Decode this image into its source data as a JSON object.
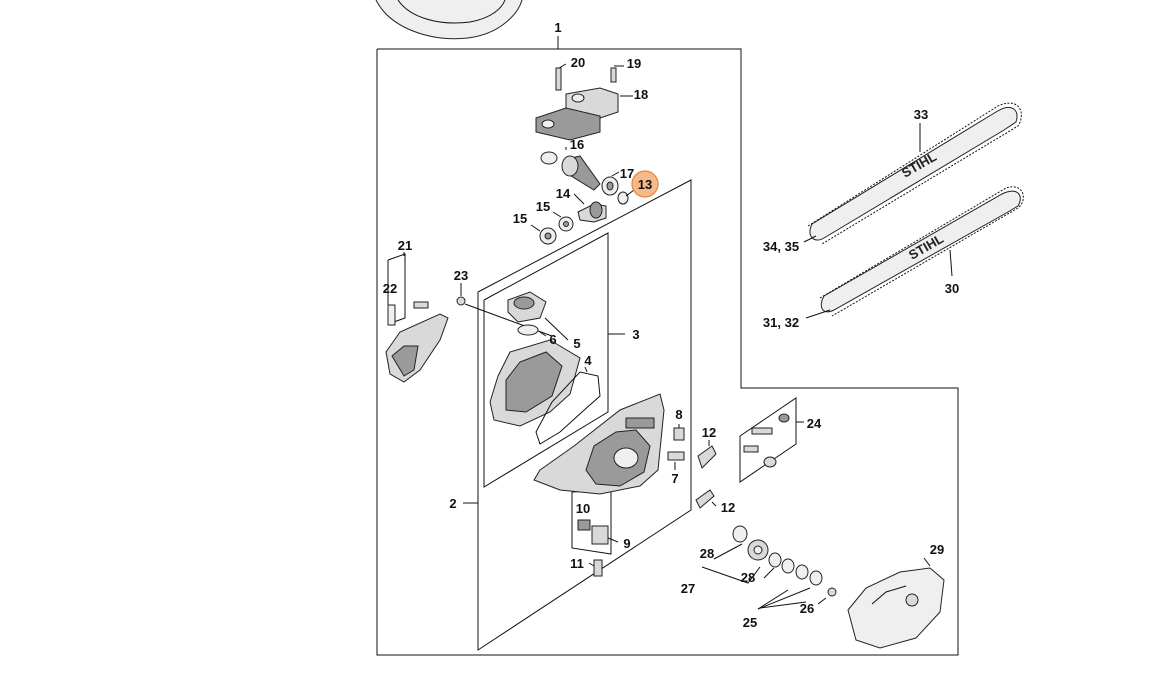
{
  "labels": {
    "l1": "1",
    "l2": "2",
    "l3": "3",
    "l4": "4",
    "l5": "5",
    "l6": "6",
    "l7": "7",
    "l8": "8",
    "l9": "9",
    "l10": "10",
    "l11": "11",
    "l12a": "12",
    "l12b": "12",
    "l13": "13",
    "l14": "14",
    "l15a": "15",
    "l15b": "15",
    "l16": "16",
    "l17": "17",
    "l18": "18",
    "l19": "19",
    "l20": "20",
    "l21": "21",
    "l22": "22",
    "l23": "23",
    "l24": "24",
    "l25": "25",
    "l26": "26",
    "l27": "27",
    "l28a": "28",
    "l28b": "28",
    "l29": "29",
    "l30": "30",
    "l3132": "31, 32",
    "l33": "33",
    "l3435": "34, 35"
  },
  "brand_text": "STIHL",
  "colors": {
    "highlight_fill": "#f6b98a",
    "highlight_stroke": "#e8843c",
    "line": "#111111"
  }
}
